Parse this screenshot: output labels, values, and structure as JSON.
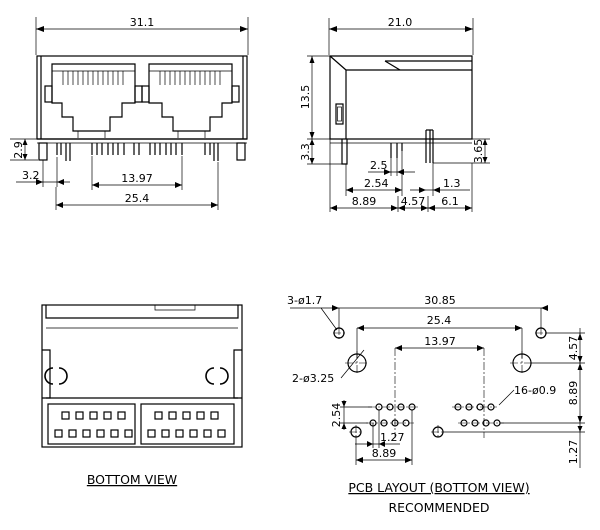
{
  "front_view": {
    "dims": {
      "width": "31.1",
      "pin_height": "2.9",
      "edge_offset": "3.2",
      "pin_span": "13.97",
      "port_pitch": "25.4"
    }
  },
  "side_view": {
    "dims": {
      "depth": "21.0",
      "body_height": "13.5",
      "pin_length": "3.3",
      "pin_extension": "3.65",
      "pin_gap": "2.5",
      "pin_offset": "2.54",
      "tail_pitch": "1.3",
      "rear": "8.89",
      "mid": "4.57",
      "front": "6.1"
    }
  },
  "bottom_view": {
    "caption": "BOTTOM VIEW"
  },
  "pcb_layout": {
    "caption_main": "PCB LAYOUT (BOTTOM VIEW)",
    "caption_sub": "RECOMMENDED",
    "callouts": {
      "mount_holes": "3-ø1.7",
      "locating_holes": "2-ø3.25",
      "signal_holes": "16-ø0.9"
    },
    "dims": {
      "overall": "30.85",
      "hole_pitch": "25.4",
      "pin_span": "13.97",
      "row_offset": "2.54",
      "pin_pitch": "1.27",
      "row_span": "8.89",
      "v_top": "4.57",
      "v_mid": "8.89",
      "v_bottom": "1.27"
    }
  }
}
